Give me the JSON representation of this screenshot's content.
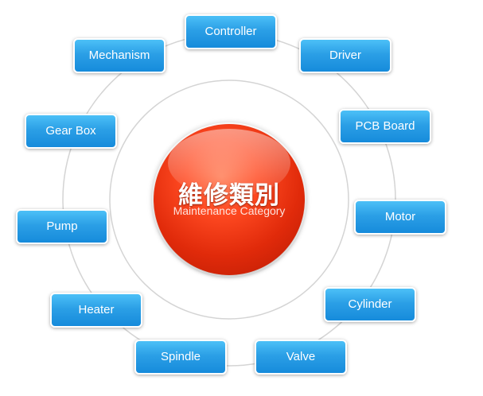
{
  "center": {
    "title": "維修類別",
    "subtitle": "Maintenance Category"
  },
  "categories": [
    "Controller",
    "Driver",
    "PCB Board",
    "Motor",
    "Cylinder",
    "Valve",
    "Spindle",
    "Heater",
    "Pump",
    "Gear Box",
    "Mechanism"
  ],
  "colors": {
    "node_gradient_top": "#4cc0f7",
    "node_gradient_bottom": "#168bdb",
    "center_red": "#e02a0a",
    "ring": "#d4d4d4"
  }
}
